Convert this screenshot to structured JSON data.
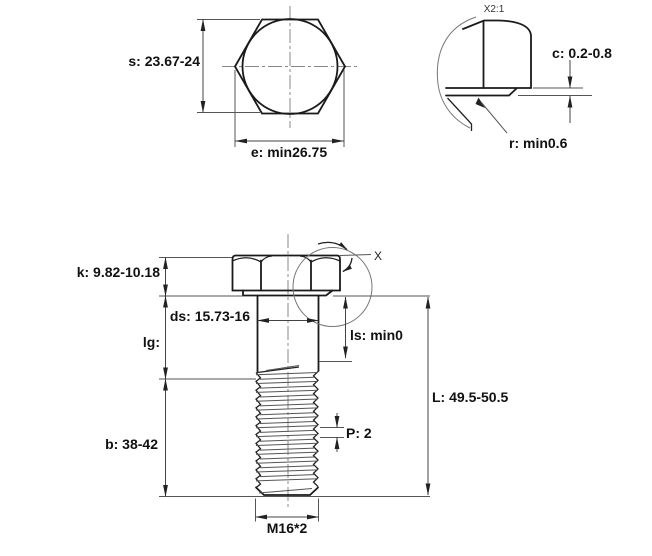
{
  "top_view": {
    "s_label": "s: 23.67-24",
    "e_label": "e: min26.75"
  },
  "detail_view": {
    "title": "X2:1",
    "c_label": "c: 0.2-0.8",
    "r_label": "r: min0.6"
  },
  "side_view": {
    "k_label": "k: 9.82-10.18",
    "ds_label": "ds: 15.73-16",
    "lg_label": "lg:",
    "ls_label": "ls: min0",
    "L_label": "L: 49.5-50.5",
    "b_label": "b: 38-42",
    "p_label": "P: 2",
    "thread_label": "M16*2",
    "detail_marker": "X"
  },
  "colors": {
    "line": "#1a1a1a",
    "dimension": "#444",
    "background": "#ffffff"
  }
}
